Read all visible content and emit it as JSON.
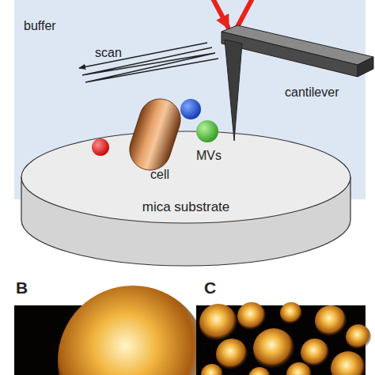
{
  "diagram": {
    "nodes": [
      {
        "text": [
          "buffer"
        ]
      },
      {
        "text": [
          "mica substrate"
        ]
      },
      {
        "text": [
          "B"
        ]
      },
      {
        "text": [
          "C"
        ]
      }
    ],
    "labels": [
      "scan",
      "cantilever",
      "cell",
      "MVs"
    ]
  }
}
